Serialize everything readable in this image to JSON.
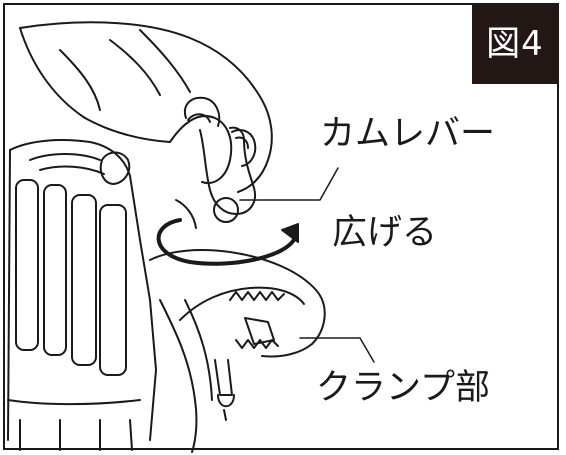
{
  "figure": {
    "badge_label": "図4"
  },
  "callouts": {
    "cam_lever": "カムレバー",
    "spread": "広げる",
    "clamp": "クランプ部"
  },
  "icons": {
    "rotation_arrow": "curved-arrow-icon"
  }
}
